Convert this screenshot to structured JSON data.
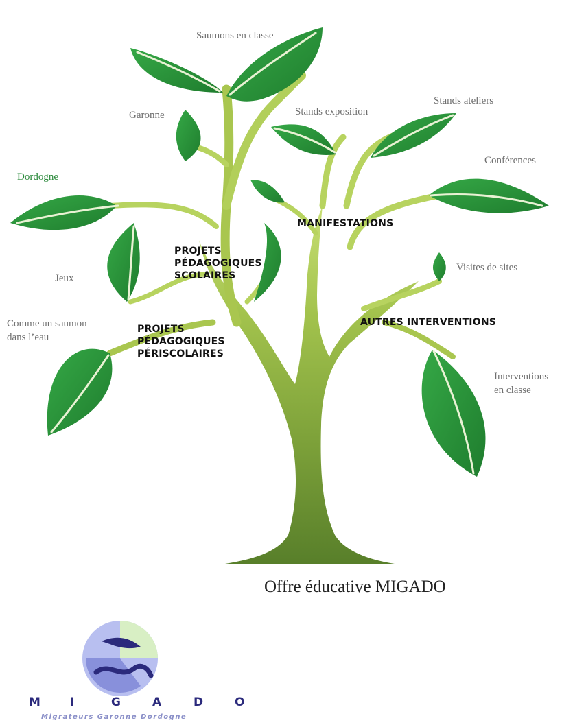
{
  "leaves": {
    "saumons_en_classe": "Saumons en classe",
    "garonne": "Garonne",
    "stands_exposition": "Stands exposition",
    "stands_ateliers": "Stands ateliers",
    "conferences": "Conférences",
    "dordogne": "Dordogne",
    "jeux": "Jeux",
    "visites_de_sites": "Visites de sites",
    "comme_un_saumon_1": "Comme un saumon",
    "comme_un_saumon_2": "dans l’eau",
    "interventions_1": "Interventions",
    "interventions_2": "en classe"
  },
  "branches": {
    "scolaires": [
      "PROJETS",
      "PÉDAGOGIQUES",
      "SCOLAIRES"
    ],
    "periscolaires": [
      "PROJETS",
      "PÉDAGOGIQUES",
      "PÉRISCOLAIRES"
    ],
    "manifestations": "MANIFESTATIONS",
    "autres": "AUTRES INTERVENTIONS"
  },
  "caption": "Offre éducative MIGADO",
  "logo": {
    "letters": [
      "M",
      "I",
      "G",
      "A",
      "D",
      "O"
    ],
    "tagline": "Migrateurs Garonne Dordogne"
  },
  "colors": {
    "leaf": "#2f9b3e",
    "trunk_dark": "#5f8a2c",
    "trunk_light": "#b5d35a",
    "label_gray": "#6f6f6f",
    "label_green": "#2e8b3e",
    "logo_navy": "#2b2a7c",
    "logo_lavender": "#8a8fc8"
  }
}
